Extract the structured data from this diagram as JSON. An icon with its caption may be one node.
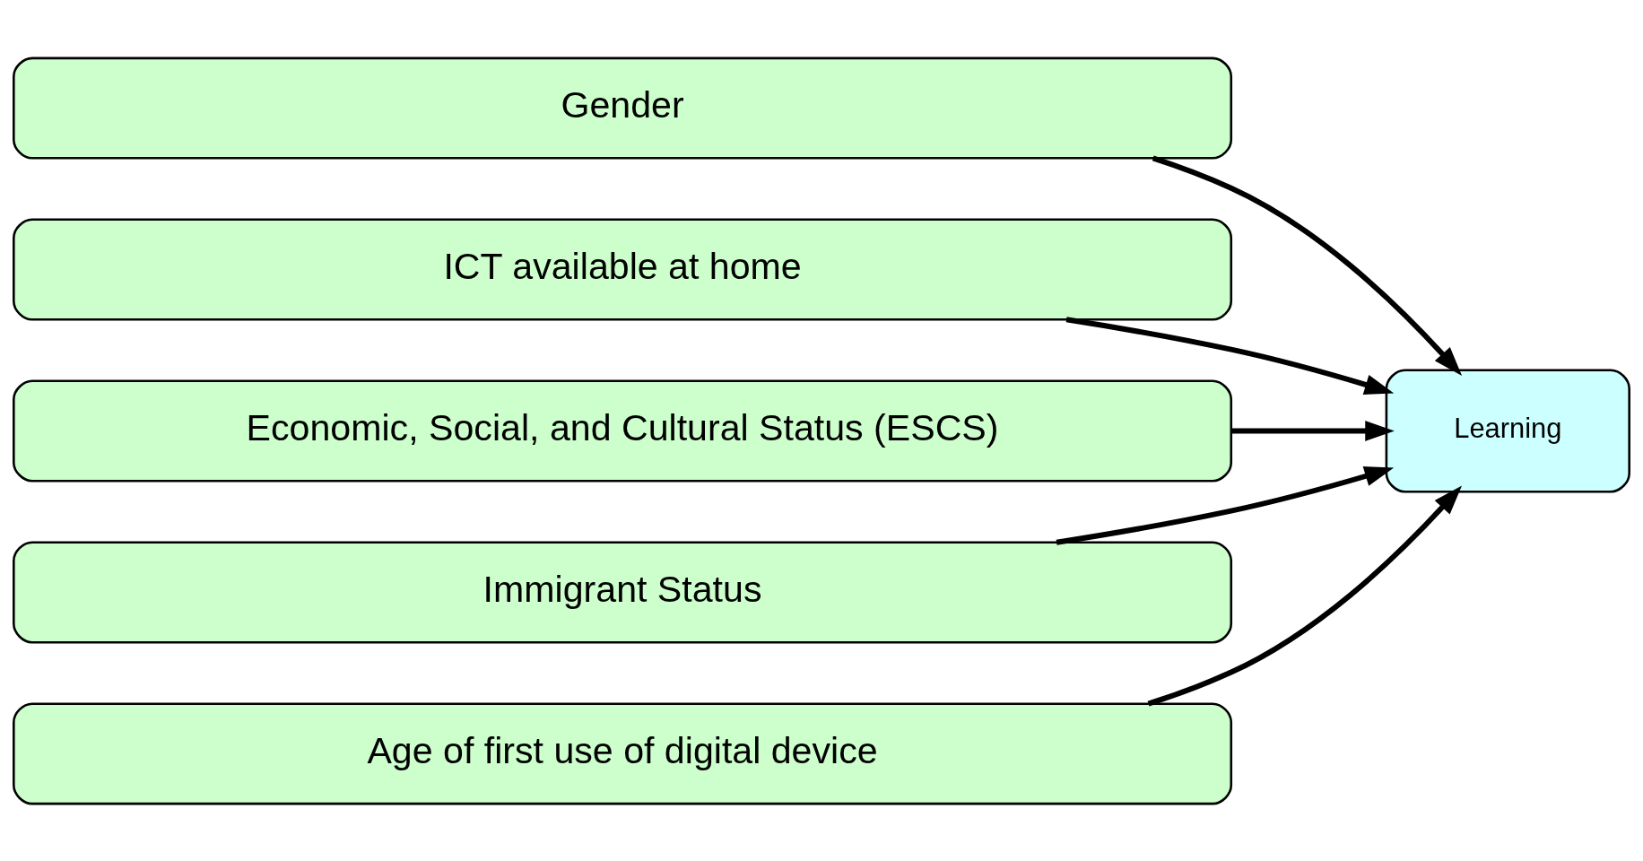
{
  "diagram": {
    "nodes": [
      {
        "text": [
          "Gender"
        ]
      },
      {
        "text": [
          "ICT available at home"
        ]
      },
      {
        "text": [
          "Economic, Social, and Cultural Status (ESCS)"
        ]
      },
      {
        "text": [
          "Immigrant Status"
        ]
      },
      {
        "text": [
          "Age of first use of digital device"
        ]
      },
      {
        "text": [
          "Learning"
        ]
      }
    ],
    "edges": [
      {
        "from": 0,
        "to": 5,
        "arrow": "to"
      },
      {
        "from": 1,
        "to": 5,
        "arrow": "to"
      },
      {
        "from": 2,
        "to": 5,
        "arrow": "to"
      },
      {
        "from": 3,
        "to": 5,
        "arrow": "to"
      },
      {
        "from": 4,
        "to": 5,
        "arrow": "to"
      }
    ]
  }
}
